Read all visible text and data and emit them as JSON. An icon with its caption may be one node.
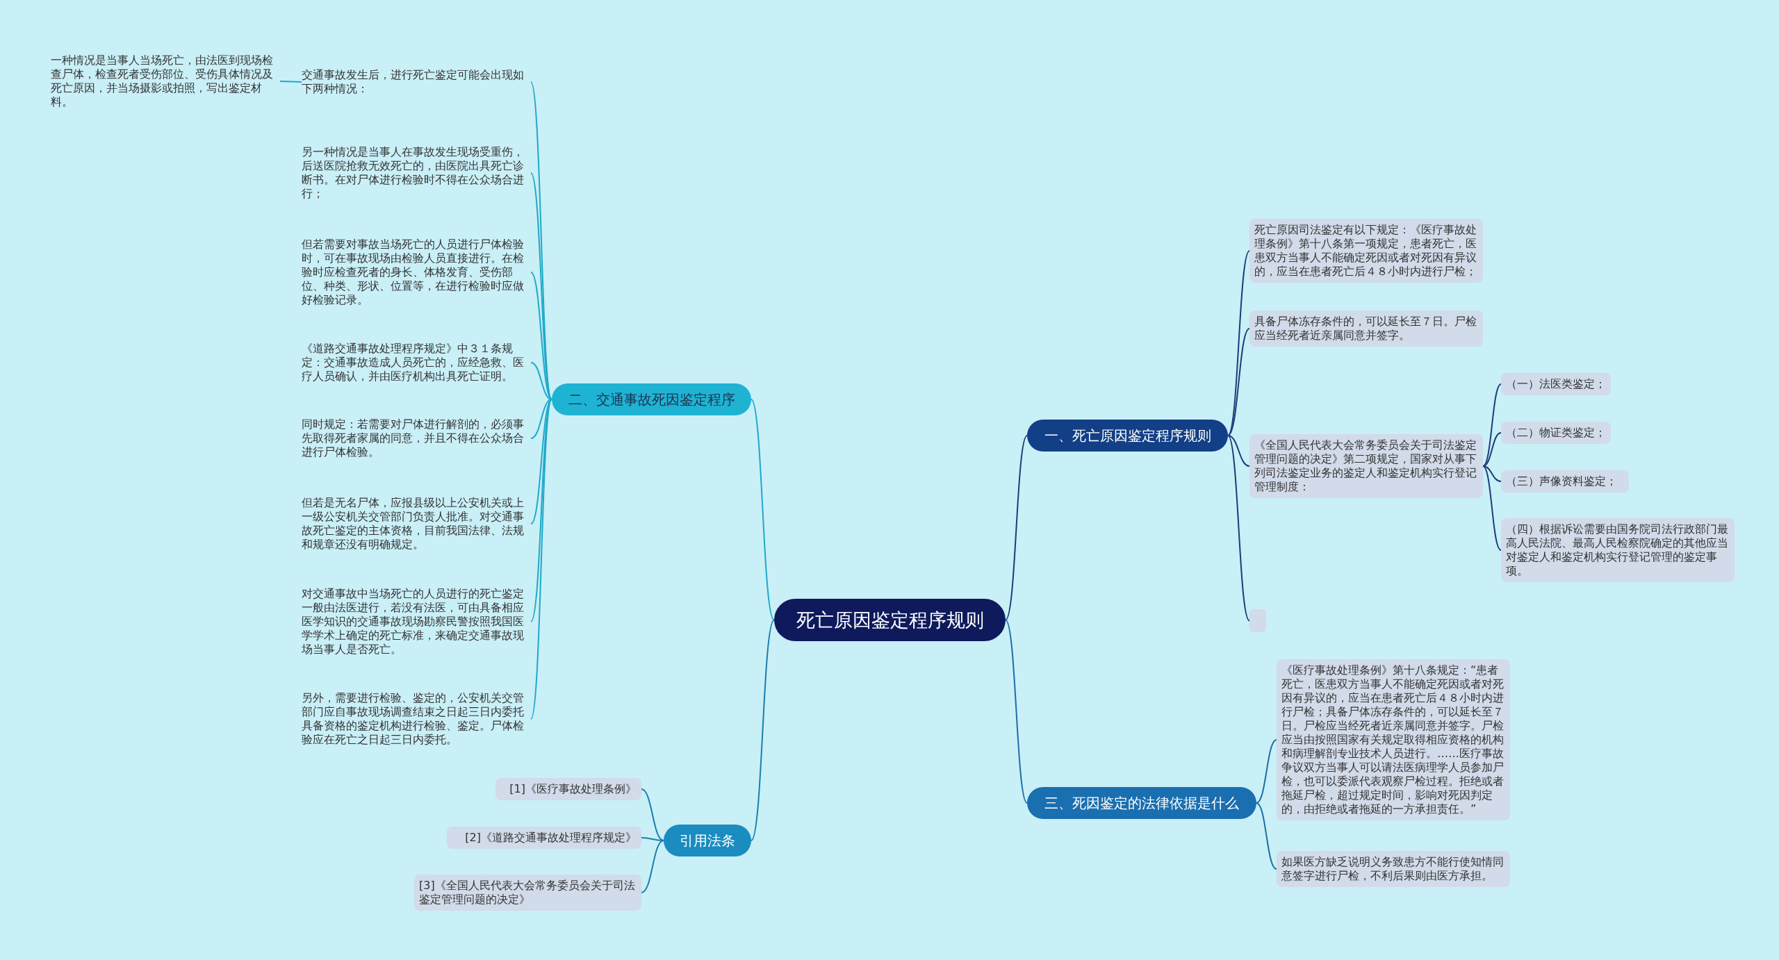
{
  "diagram": {
    "nodes": [
      {
        "text": [
          "死亡原因鉴定程序规则"
        ]
      },
      {
        "text": [
          "一、死亡原因鉴定程序规则"
        ]
      },
      {
        "text": [
          "死亡原因司法鉴定有以下规定：《医疗事故处理条例》第十八条第一项规定，患者死亡，医患双方当事人不能确定死因或者对死因有异议的，应当在患者死亡后４８小时内进行尸检；"
        ]
      },
      {
        "text": [
          "具备尸体冻存条件的，可以延长至７日。尸检应当经死者近亲属同意并签字。"
        ]
      },
      {
        "text": [
          "《全国人民代表大会常务委员会关于司法鉴定管理问题的决定》第二项规定，国家对从事下列司法鉴定业务的鉴定人和鉴定机构实行登记管理制度："
        ]
      },
      {
        "text": [
          "（一）法医类鉴定；"
        ]
      },
      {
        "text": [
          "（二）物证类鉴定；"
        ]
      },
      {
        "text": [
          "（三）声像资料鉴定；"
        ]
      },
      {
        "text": [
          "（四）根据诉讼需要由国务院司法行政部门最高人民法院、最高人民检察院确定的其他应当对鉴定人和鉴定机构实行登记管理的鉴定事项。"
        ]
      },
      {
        "text": [],
        "shape": "box"
      },
      {
        "text": [
          "二、交通事故死因鉴定程序"
        ]
      },
      {
        "text": [
          "交通事故发生后，进行死亡鉴定可能会出现如下两种情况："
        ]
      },
      {
        "text": [
          "一种情况是当事人当场死亡，由法医到现场检查尸体，检查死者受伤部位、受伤具体情况及死亡原因，并当场摄影或拍照，写出鉴定材料。"
        ]
      },
      {
        "text": [
          "另一种情况是当事人在事故发生现场受重伤，后送医院抢救无效死亡的，由医院出具死亡诊断书。在对尸体进行检验时不得在公众场合进行；"
        ]
      },
      {
        "text": [
          "但若需要对事故当场死亡的人员进行尸体检验时，可在事故现场由检验人员直接进行。在检验时应检查死者的身长、体格发育、受伤部位、种类、形状、位置等，在进行检验时应做好检验记录。"
        ]
      },
      {
        "text": [
          "《道路交通事故处理程序规定》中３１条规定：交通事故造成人员死亡的，应经急救、医疗人员确认，并由医疗机构出具死亡证明。"
        ]
      },
      {
        "text": [
          "同时规定：若需要对尸体进行解剖的，必须事先取得死者家属的同意，并且不得在公众场合进行尸体检验。"
        ]
      },
      {
        "text": [
          "但若是无名尸体，应报县级以上公安机关或上一级公安机关交管部门负责人批准。对交通事故死亡鉴定的主体资格，目前我国法律、法规和规章还没有明确规定。"
        ]
      },
      {
        "text": [
          "对交通事故中当场死亡的人员进行的死亡鉴定一般由法医进行，若没有法医，可由具备相应医学知识的交通事故现场勘察民警按照我国医学学术上确定的死亡标准，来确定交通事故现场当事人是否死亡。"
        ]
      },
      {
        "text": [
          "另外，需要进行检验、鉴定的，公安机关交管部门应自事故现场调查结束之日起三日内委托具备资格的鉴定机构进行检验、鉴定。尸体检验应在死亡之日起三日内委托。"
        ]
      },
      {
        "text": [
          "三、死因鉴定的法律依据是什么"
        ]
      },
      {
        "text": [
          "《医疗事故处理条例》第十八条规定：“患者死亡，医患双方当事人不能确定死因或者对死因有异议的，应当在患者死亡后４８小时内进行尸检；具备尸体冻存条件的，可以延长至７日。尸检应当经死者近亲属同意并签字。尸检应当由按照国家有关规定取得相应资格的机构和病理解剖专业技术人员进行。……医疗事故争议双方当事人可以请法医病理学人员参加尸检，也可以委派代表观察尸检过程。拒绝或者拖延尸检，超过规定时间，影响对死因判定的，由拒绝或者拖延的一方承担责任。”"
        ]
      },
      {
        "text": [
          "如果医方缺乏说明义务致患方不能行使知情同意签字进行尸检，不利后果则由医方承担。"
        ]
      },
      {
        "text": [
          "引用法条"
        ]
      },
      {
        "text": [
          "[1]《医疗事故处理条例》"
        ]
      },
      {
        "text": [
          "[2]《道路交通事故处理程序规定》"
        ]
      },
      {
        "text": [
          "[3]《全国人民代表大会常务委员会关于司法鉴定管理问题的决定》"
        ]
      }
    ],
    "edges": [
      {
        "from": 0,
        "to": 1,
        "arrow": "none",
        "color": "#1c3c78"
      },
      {
        "from": 1,
        "to": 2,
        "arrow": "none",
        "color": "#1c3c78"
      },
      {
        "from": 1,
        "to": 3,
        "arrow": "none",
        "color": "#1c3c78"
      },
      {
        "from": 1,
        "to": 4,
        "arrow": "none",
        "color": "#1c3c78"
      },
      {
        "from": 4,
        "to": 5,
        "arrow": "none",
        "color": "#1c3c78"
      },
      {
        "from": 4,
        "to": 6,
        "arrow": "none",
        "color": "#1c3c78"
      },
      {
        "from": 4,
        "to": 7,
        "arrow": "none",
        "color": "#1c3c78"
      },
      {
        "from": 4,
        "to": 8,
        "arrow": "none",
        "color": "#1c3c78"
      },
      {
        "from": 1,
        "to": 9,
        "arrow": "none",
        "color": "#1c3c78"
      },
      {
        "from": 0,
        "to": 10,
        "arrow": "none"
      },
      {
        "from": 10,
        "to": 11,
        "arrow": "none"
      },
      {
        "from": 11,
        "to": 12,
        "arrow": "none"
      },
      {
        "from": 10,
        "to": 13,
        "arrow": "none"
      },
      {
        "from": 10,
        "to": 14,
        "arrow": "none"
      },
      {
        "from": 10,
        "to": 15,
        "arrow": "none"
      },
      {
        "from": 10,
        "to": 16,
        "arrow": "none"
      },
      {
        "from": 10,
        "to": 17,
        "arrow": "none"
      },
      {
        "from": 10,
        "to": 18,
        "arrow": "none"
      },
      {
        "from": 10,
        "to": 19,
        "arrow": "none"
      },
      {
        "from": 0,
        "to": 20,
        "arrow": "none",
        "color": "#1d6fa5"
      },
      {
        "from": 20,
        "to": 21,
        "arrow": "none",
        "color": "#1d6fa5"
      },
      {
        "from": 20,
        "to": 22,
        "arrow": "none",
        "color": "#1d6fa5"
      },
      {
        "from": 0,
        "to": 23,
        "arrow": "none",
        "color": "#1b7fab"
      },
      {
        "from": 23,
        "to": 24,
        "arrow": "none",
        "color": "#1b7fab"
      },
      {
        "from": 23,
        "to": 25,
        "arrow": "none",
        "color": "#1b7fab"
      },
      {
        "from": 23,
        "to": 26,
        "arrow": "none",
        "color": "#1b7fab"
      }
    ]
  }
}
